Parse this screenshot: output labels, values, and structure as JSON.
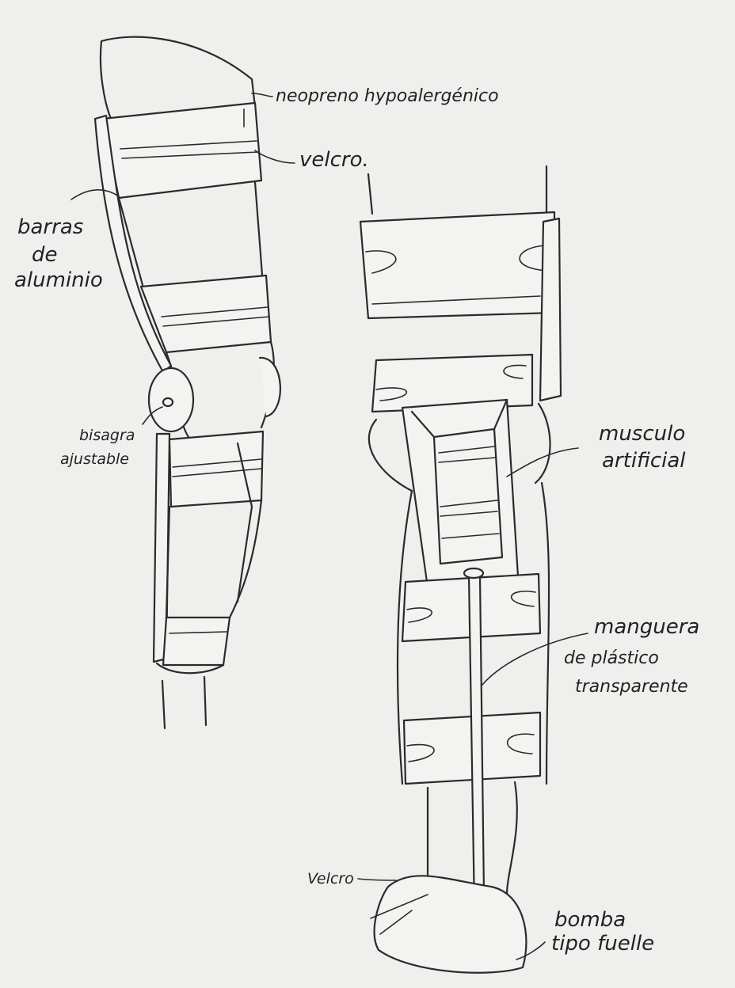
{
  "labels": {
    "neopreno": "neopreno hypoalergénico",
    "velcro_top": "velcro.",
    "barras_1": "barras",
    "barras_2": "de",
    "barras_3": "aluminio",
    "bisagra_1": "bisagra",
    "bisagra_2": "ajustable",
    "musculo_1": "musculo",
    "musculo_2": "artificial",
    "manguera_1": "manguera",
    "manguera_2": "de plástico",
    "manguera_3": "transparente",
    "velcro_bottom": "Velcro",
    "bomba_1": "bomba",
    "bomba_2": "tipo fuelle"
  },
  "colors": {
    "paper": "#efefed",
    "ink": "#2b2b2b"
  }
}
